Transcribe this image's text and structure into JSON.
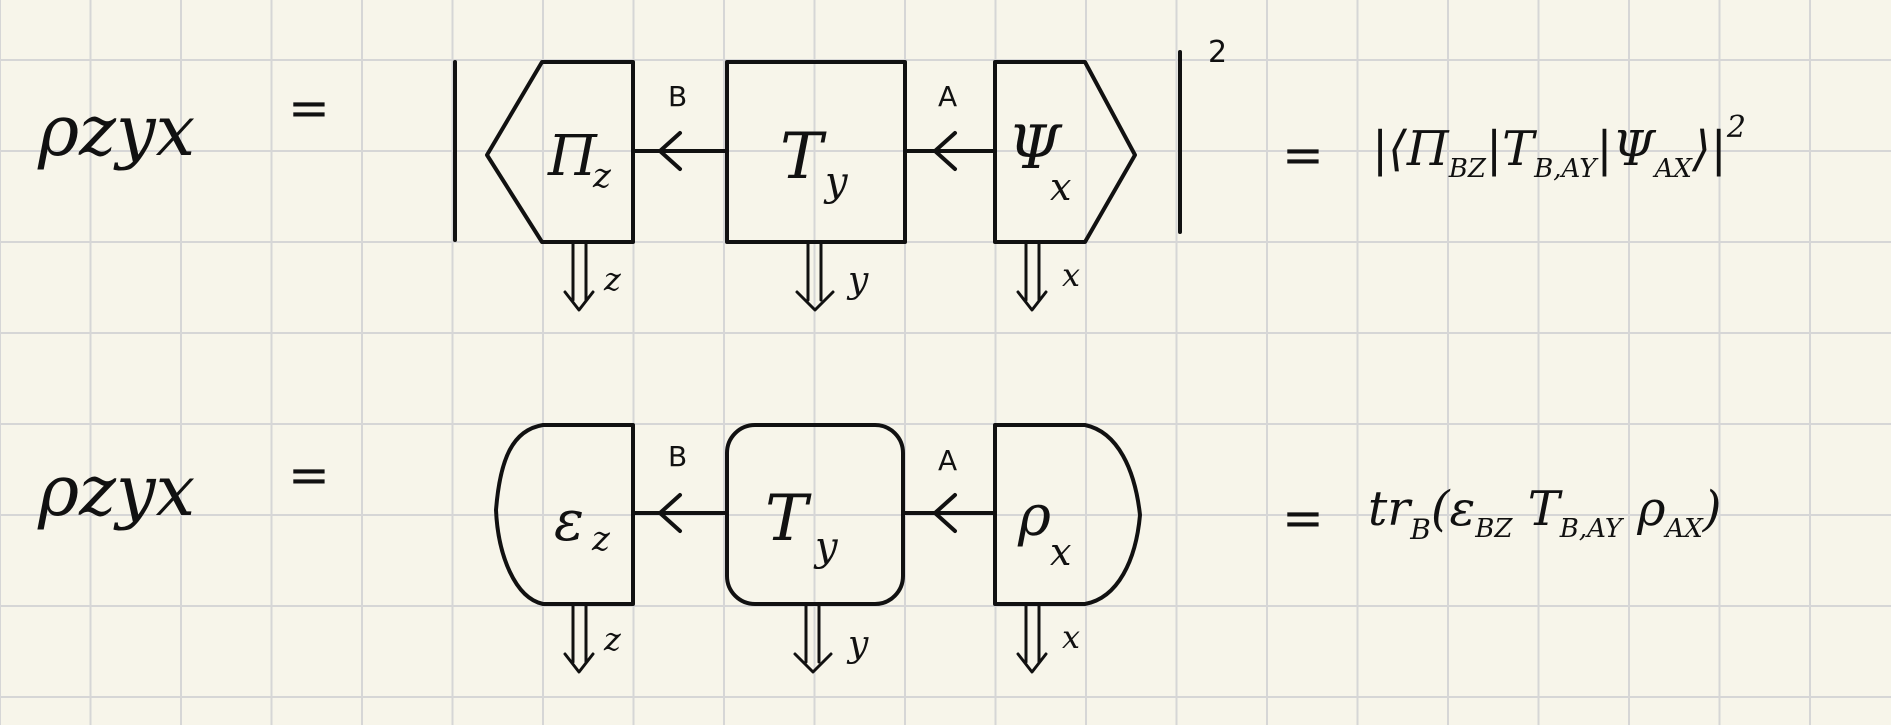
{
  "grid": {
    "background": "#f7f5ea",
    "line_color": "#d6d6d6"
  },
  "row1": {
    "lhs": "ρzyx",
    "equals": "=",
    "box_pi_main": "Π",
    "box_pi_sub": "z",
    "box_t_main": "T",
    "box_t_sub": "y",
    "box_psi_main": "Ψ",
    "box_psi_sub": "x",
    "wire_b": "B",
    "wire_a": "A",
    "out_z": "z",
    "out_y": "y",
    "out_x": "x",
    "exponent": "2",
    "rhs_equals": "=",
    "rhs": "|⟨Π",
    "rhs_sub1": "BZ",
    "rhs_mid": "|T",
    "rhs_sub2": "B,AY",
    "rhs_mid2": "|Ψ",
    "rhs_sub3": "AX",
    "rhs_end": "⟩|",
    "rhs_exp": "2"
  },
  "row2": {
    "lhs": "ρzyx",
    "equals": "=",
    "box_e_main": "ε",
    "box_e_sub": "z",
    "box_t_main": "T",
    "box_t_sub": "y",
    "box_rho_main": "ρ",
    "box_rho_sub": "x",
    "wire_b": "B",
    "wire_a": "A",
    "out_z": "z",
    "out_y": "y",
    "out_x": "x",
    "rhs_equals": "=",
    "rhs_tr": "tr",
    "rhs_tr_sub": "B",
    "rhs_open": "(ε",
    "rhs_sub1": "BZ",
    "rhs_t": " T",
    "rhs_sub2": "B,AY",
    "rhs_rho": " ρ",
    "rhs_sub3": "AX",
    "rhs_close": ")"
  }
}
